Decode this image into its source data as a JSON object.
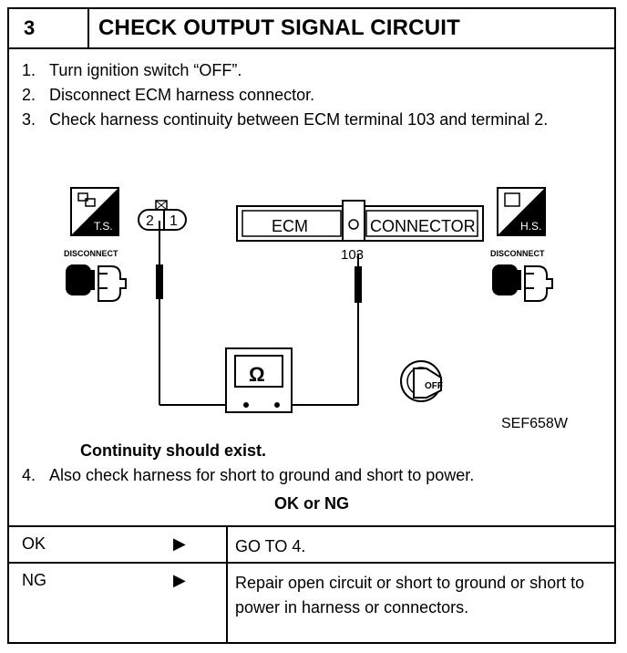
{
  "header": {
    "number": "3",
    "title": "CHECK OUTPUT SIGNAL CIRCUIT"
  },
  "steps": [
    {
      "num": "1.",
      "text": "Turn ignition switch “OFF”."
    },
    {
      "num": "2.",
      "text": "Disconnect ECM harness connector."
    },
    {
      "num": "3.",
      "text": "Check harness continuity between ECM terminal 103 and terminal 2."
    }
  ],
  "figure": {
    "ts_label": "T.S.",
    "hs_label": "H.S.",
    "disconnect_label": "DISCONNECT",
    "ecm_label": "ECM",
    "connector_label": "CONNECTOR",
    "terminal_label": "103",
    "pin_2": "2",
    "pin_1": "1",
    "ohm_symbol": "Ω",
    "off_label": "OFF",
    "code": "SEF658W"
  },
  "continuity": "Continuity should exist.",
  "step4": {
    "num": "4.",
    "text": "Also check harness for short to ground and short to power."
  },
  "ok_or_ng": "OK or NG",
  "results": [
    {
      "status": "OK",
      "action": "GO TO 4."
    },
    {
      "status": "NG",
      "action": "Repair open circuit or short to ground or short to power in harness or connectors."
    }
  ],
  "arrow_icon": "▶"
}
